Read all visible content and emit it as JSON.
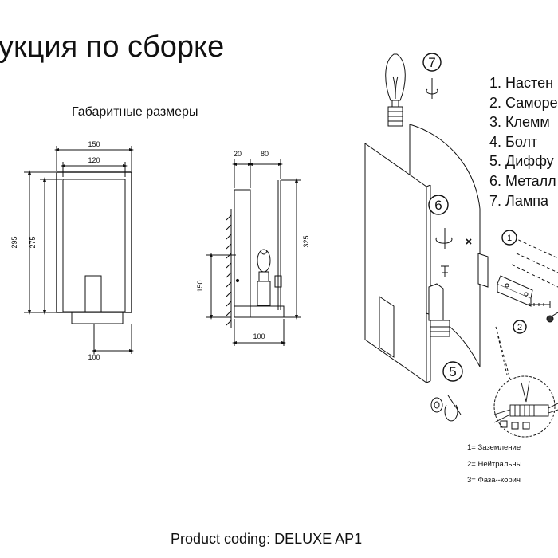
{
  "header": {
    "title": "укция по сборке"
  },
  "drawing": {
    "caption": "Габаритные размеры",
    "front_view": {
      "width_outer": "150",
      "width_inner": "120",
      "height_outer": "295",
      "height_inner": "275",
      "base_width": "100"
    },
    "side_view": {
      "depth_back": "20",
      "depth_body": "80",
      "height": "325",
      "mount_height": "150",
      "base_width": "100"
    }
  },
  "parts_list": [
    "1. Настен",
    "2. Саморе",
    "3. Клемм",
    "4. Болт",
    "5. Диффу",
    "6. Металл",
    "7. Лампа"
  ],
  "callouts": {
    "c1": "1",
    "c2": "2",
    "c5": "5",
    "c6": "6",
    "c7": "7"
  },
  "wiring_legend": [
    "1= Заземление",
    "2= Нейтральны",
    "3= Фаза--корич"
  ],
  "footer": {
    "product_code": "Product coding: DELUXE AP1"
  }
}
